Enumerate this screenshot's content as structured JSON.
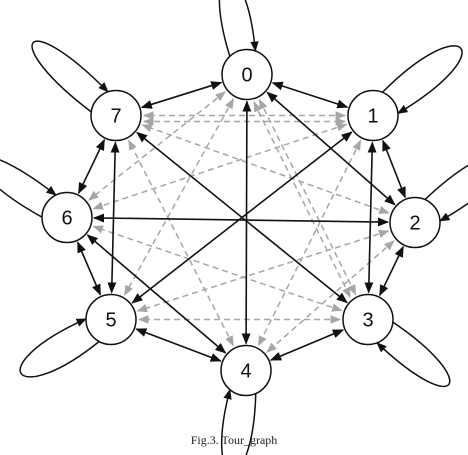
{
  "caption": "Fig.3. Tour_graph",
  "colors": {
    "solid": "#111111",
    "dashed": "#a6a6a6",
    "node_fill": "#ffffff",
    "node_stroke": "#111111"
  },
  "nodes": [
    {
      "id": "0",
      "label": "0"
    },
    {
      "id": "1",
      "label": "1"
    },
    {
      "id": "2",
      "label": "2"
    },
    {
      "id": "3",
      "label": "3"
    },
    {
      "id": "4",
      "label": "4"
    },
    {
      "id": "5",
      "label": "5"
    },
    {
      "id": "6",
      "label": "6"
    },
    {
      "id": "7",
      "label": "7"
    }
  ],
  "solid_edges": [
    [
      "0",
      "1"
    ],
    [
      "1",
      "2"
    ],
    [
      "2",
      "3"
    ],
    [
      "3",
      "4"
    ],
    [
      "4",
      "5"
    ],
    [
      "5",
      "6"
    ],
    [
      "6",
      "7"
    ],
    [
      "7",
      "0"
    ],
    [
      "0",
      "4"
    ],
    [
      "1",
      "5"
    ],
    [
      "2",
      "6"
    ],
    [
      "3",
      "7"
    ],
    [
      "0",
      "2"
    ],
    [
      "1",
      "3"
    ],
    [
      "4",
      "6"
    ],
    [
      "5",
      "7"
    ]
  ],
  "dashed_edges": [
    [
      "0",
      "3"
    ],
    [
      "0",
      "5"
    ],
    [
      "0",
      "6"
    ],
    [
      "1",
      "4"
    ],
    [
      "1",
      "6"
    ],
    [
      "1",
      "7"
    ],
    [
      "2",
      "4"
    ],
    [
      "2",
      "5"
    ],
    [
      "2",
      "7"
    ],
    [
      "3",
      "5"
    ],
    [
      "3",
      "6"
    ],
    [
      "4",
      "7"
    ],
    [
      "7",
      "1"
    ],
    [
      "0",
      "3"
    ],
    [
      "1",
      "2"
    ],
    [
      "3",
      "4"
    ],
    [
      "5",
      "6"
    ],
    [
      "6",
      "7"
    ]
  ],
  "self_loops": [
    "0",
    "1",
    "2",
    "3",
    "4",
    "5",
    "6",
    "7"
  ]
}
